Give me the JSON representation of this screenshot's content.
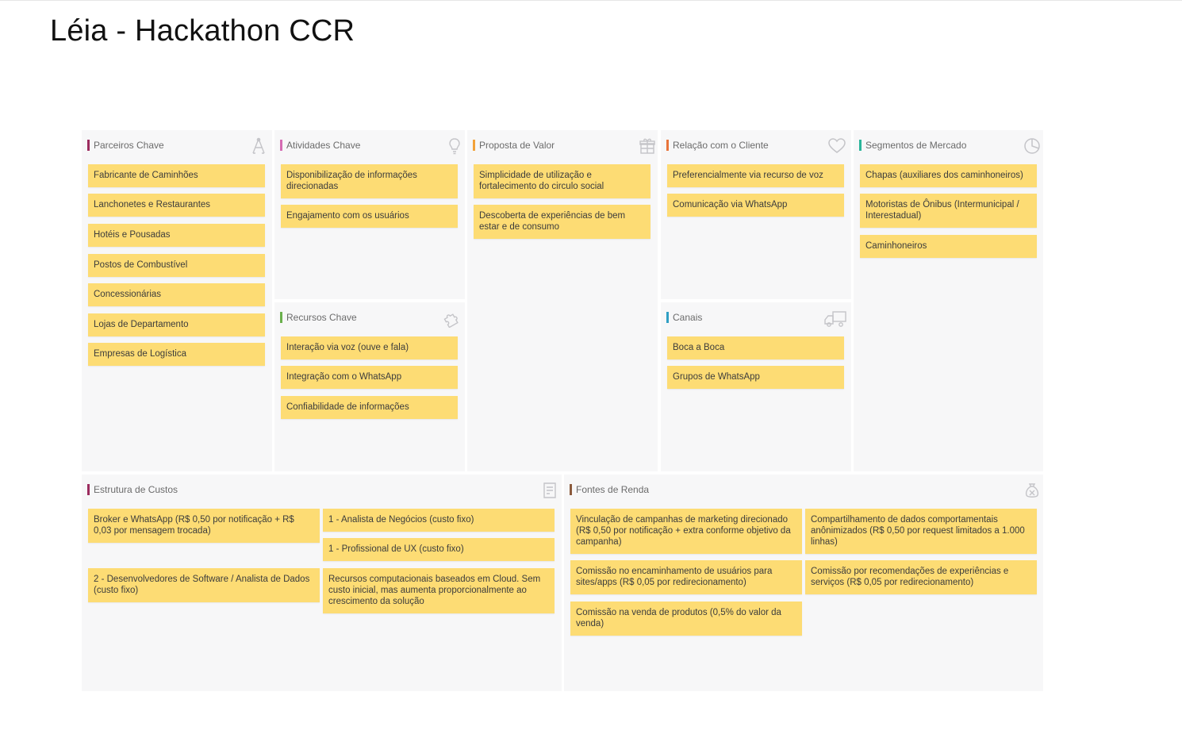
{
  "title": "Léia - Hackathon CCR",
  "colors": {
    "note": "#fddc74",
    "parceiros": "#9c2c5e",
    "atividades": "#d56bb3",
    "proposta": "#f2a23a",
    "relacao": "#e8743b",
    "segmentos": "#2bb59a",
    "recursos": "#6ab04c",
    "canais": "#2f9fc4",
    "custos": "#9c2c5e",
    "renda": "#8b5a3c"
  },
  "parceiros": {
    "label": "Parceiros Chave",
    "icon": "partner-icon",
    "items": [
      "Fabricante de Caminhões",
      "Lanchonetes e Restaurantes",
      "Hotéis e Pousadas",
      "Postos de Combustível",
      "Concessionárias",
      "Lojas de Departamento",
      "Empresas de Logística"
    ]
  },
  "atividades": {
    "label": "Atividades Chave",
    "icon": "lightbulb-icon",
    "items": [
      "Disponibilização de informações direcionadas",
      "Engajamento com os usuários"
    ]
  },
  "recursos": {
    "label": "Recursos Chave",
    "icon": "puzzle-icon",
    "items": [
      "Interação via voz (ouve e fala)",
      "Integração com o WhatsApp",
      "Confiabilidade de informações"
    ]
  },
  "proposta": {
    "label": "Proposta de Valor",
    "icon": "gift-icon",
    "items": [
      "Simplicidade de utilização e fortalecimento do circulo social",
      "Descoberta de experiências de bem estar e de consumo"
    ]
  },
  "relacao": {
    "label": "Relação com o Cliente",
    "icon": "heart-icon",
    "items": [
      "Preferencialmente via recurso de voz",
      "Comunicação via WhatsApp"
    ]
  },
  "canais": {
    "label": "Canais",
    "icon": "truck-icon",
    "items": [
      "Boca a Boca",
      "Grupos de WhatsApp"
    ]
  },
  "segmentos": {
    "label": "Segmentos de Mercado",
    "icon": "pie-chart-icon",
    "items": [
      "Chapas (auxiliares dos caminhoneiros)",
      "Motoristas de Ônibus (Intermunicipal / Interestadual)",
      "Caminhoneiros"
    ]
  },
  "custos": {
    "label": "Estrutura de Custos",
    "icon": "receipt-icon",
    "items": [
      "Broker e WhatsApp (R$ 0,50 por notificação + R$ 0,03 por mensagem trocada)",
      "1 - Analista de Negócios (custo fixo)",
      "1 - Profissional de UX (custo fixo)",
      "2 - Desenvolvedores de Software / Analista de Dados (custo fixo)",
      "Recursos computacionais baseados em Cloud. Sem custo inicial, mas aumenta proporcionalmente ao crescimento da solução"
    ]
  },
  "renda": {
    "label": "Fontes de Renda",
    "icon": "money-bag-icon",
    "items": [
      "Vinculação de campanhas de marketing direcionado (R$ 0,50 por notificação + extra conforme objetivo da campanha)",
      "Compartilhamento de dados comportamentais anônimizados (R$ 0,50 por request limitados a 1.000 linhas)",
      "Comissão no encaminhamento de usuários para sites/apps (R$ 0,05 por redirecionamento)",
      "Comissão por recomendações de experiências e serviços (R$ 0,05 por redirecionamento)",
      "Comissão na venda de produtos (0,5% do valor da venda)"
    ]
  }
}
